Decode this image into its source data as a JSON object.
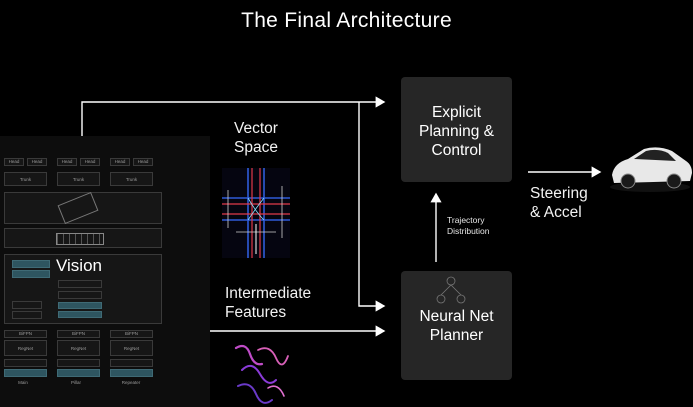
{
  "title": "The Final Architecture",
  "nodes": {
    "vision": "Vision",
    "vector_space": "Vector\nSpace",
    "intermediate_features": "Intermediate\nFeatures",
    "planning": "Explicit\nPlanning &\nControl",
    "planner": "Neural Net\nPlanner",
    "trajectory": "Trajectory\nDistribution",
    "steering": "Steering\n& Accel"
  },
  "vision_panel": {
    "heads": [
      "Head",
      "Head",
      "Head",
      "Head",
      "Head",
      "Head"
    ],
    "trunks": [
      "Trunk",
      "Trunk",
      "Trunk"
    ],
    "regnets": [
      "RegNet",
      "RegNet",
      "RegNet"
    ],
    "bifpns": [
      "BiFPN",
      "BiFPN",
      "BiFPN"
    ],
    "cameras": [
      "Main",
      "Pillar",
      "Repeater"
    ]
  },
  "colors": {
    "background": "#000000",
    "box": "#262626",
    "vision_teal": "#2e5560",
    "arrow": "#ffffff"
  }
}
